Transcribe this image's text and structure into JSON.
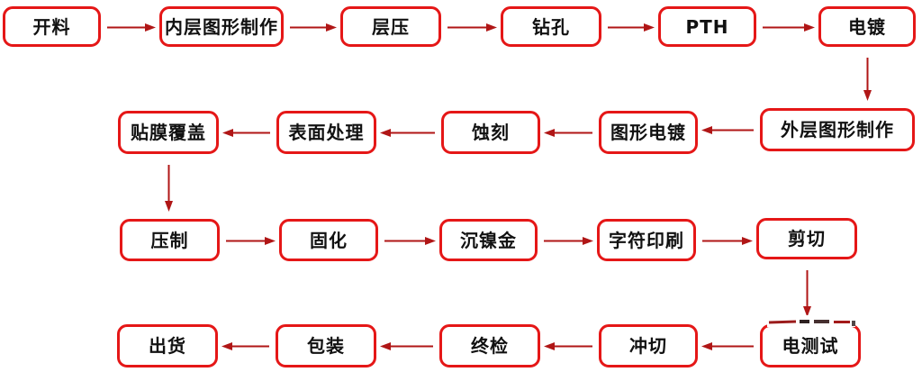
{
  "diagram": {
    "background": "#ffffff",
    "colors": {
      "box_border": "#e51717",
      "arrow": "#b01616",
      "text": "#111111"
    },
    "nodes": [
      {
        "id": "kailiao",
        "label": "开料"
      },
      {
        "id": "neiceng",
        "label": "内层图形制作"
      },
      {
        "id": "cengya",
        "label": "层压"
      },
      {
        "id": "zuankong",
        "label": "钻孔"
      },
      {
        "id": "pth",
        "label": "PTH"
      },
      {
        "id": "diandu",
        "label": "电镀"
      },
      {
        "id": "waiceng",
        "label": "外层图形制作"
      },
      {
        "id": "tuxingdiandu",
        "label": "图形电镀"
      },
      {
        "id": "shike",
        "label": "蚀刻"
      },
      {
        "id": "biaomian",
        "label": "表面处理"
      },
      {
        "id": "tiemo",
        "label": "贴膜覆盖"
      },
      {
        "id": "yazhi",
        "label": "压制"
      },
      {
        "id": "guhua",
        "label": "固化"
      },
      {
        "id": "chennijin",
        "label": "沉镍金"
      },
      {
        "id": "zifuyinshua",
        "label": "字符印刷"
      },
      {
        "id": "jianqie",
        "label": "剪切"
      },
      {
        "id": "dianceshi",
        "label": "电测试"
      },
      {
        "id": "chongqie",
        "label": "冲切"
      },
      {
        "id": "zhongjian",
        "label": "终检"
      },
      {
        "id": "baozhuang",
        "label": "包装"
      },
      {
        "id": "chuhuo",
        "label": "出货"
      }
    ],
    "edges": [
      {
        "from": "kailiao",
        "to": "neiceng"
      },
      {
        "from": "neiceng",
        "to": "cengya"
      },
      {
        "from": "cengya",
        "to": "zuankong"
      },
      {
        "from": "zuankong",
        "to": "pth"
      },
      {
        "from": "pth",
        "to": "diandu"
      },
      {
        "from": "diandu",
        "to": "waiceng"
      },
      {
        "from": "waiceng",
        "to": "tuxingdiandu"
      },
      {
        "from": "tuxingdiandu",
        "to": "shike"
      },
      {
        "from": "shike",
        "to": "biaomian"
      },
      {
        "from": "biaomian",
        "to": "tiemo"
      },
      {
        "from": "tiemo",
        "to": "yazhi"
      },
      {
        "from": "yazhi",
        "to": "guhua"
      },
      {
        "from": "guhua",
        "to": "chennijin"
      },
      {
        "from": "chennijin",
        "to": "zifuyinshua"
      },
      {
        "from": "zifuyinshua",
        "to": "jianqie"
      },
      {
        "from": "jianqie",
        "to": "dianceshi"
      },
      {
        "from": "dianceshi",
        "to": "chongqie"
      },
      {
        "from": "chongqie",
        "to": "zhongjian"
      },
      {
        "from": "zhongjian",
        "to": "baozhuang"
      },
      {
        "from": "baozhuang",
        "to": "chuhuo"
      }
    ]
  }
}
